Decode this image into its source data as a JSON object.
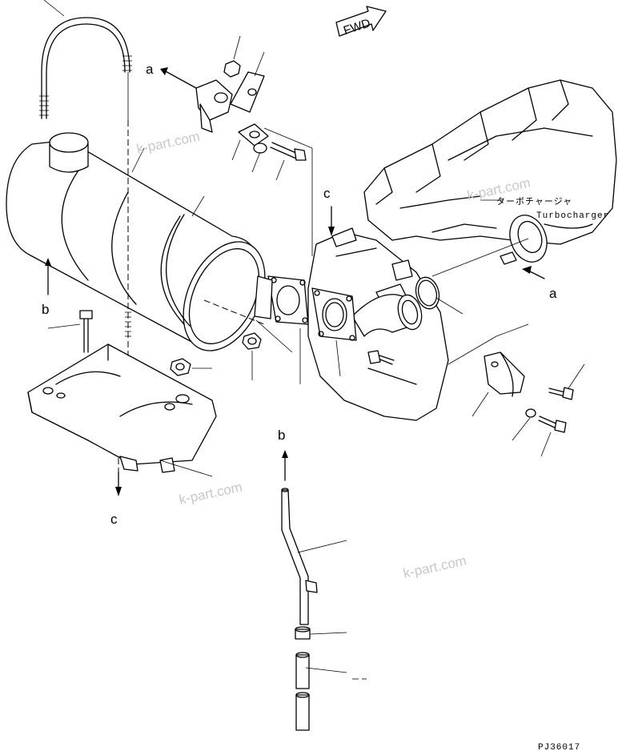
{
  "callouts": {
    "a_top": "a",
    "a_right": "a",
    "b_left": "b",
    "b_mid": "b",
    "c_left": "c",
    "c_top": "c"
  },
  "direction_marker": "FWD",
  "turbocharger_label": {
    "japanese": "ターボチャージャ",
    "english": "Turbocharger"
  },
  "watermarks": [
    "k-part.com",
    "k-part.com",
    "k-part.com",
    "k-part.com"
  ],
  "drawing_code": "PJ36017"
}
